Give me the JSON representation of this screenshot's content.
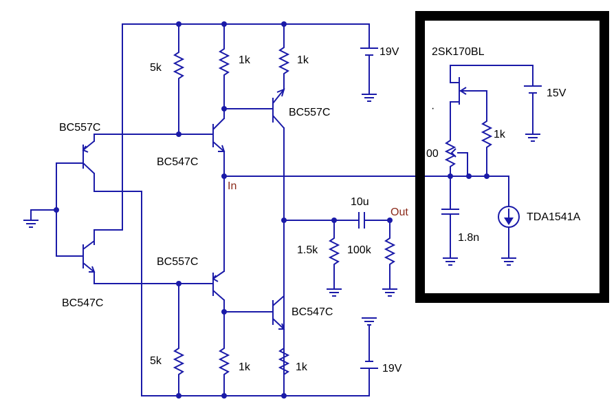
{
  "schematic": {
    "components": {
      "r_5k_top": "5k",
      "r_1k_top_a": "1k",
      "r_1k_top_b": "1k",
      "v_top": "19V",
      "q_bc557c_out_top": "BC557C",
      "q_bc547c_mid_top": "BC547C",
      "q_bc557c_left_top": "BC557C",
      "q_bc547c_left_bot": "BC547C",
      "q_bc557c_mid_bot": "BC557C",
      "q_bc547c_out_bot": "BC547C",
      "r_5k_bot": "5k",
      "r_1k_bot_a": "1k",
      "r_1k_bot_b": "1k",
      "v_bot": "19V",
      "c_out": "10u",
      "r_1k5": "1.5k",
      "r_100k": "100k",
      "node_in": "In",
      "node_out": "Out",
      "jfet": "2SK170BL",
      "v_jfet": "15V",
      "r_jfet_1k": "1k",
      "pot_partial": "00",
      "pot_dot": "·",
      "c_1n8": "1.8n",
      "i_dac": "TDA1541A"
    }
  }
}
